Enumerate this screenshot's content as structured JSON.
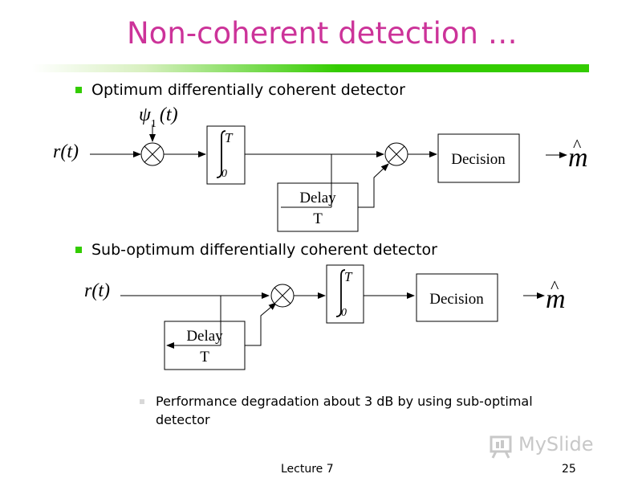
{
  "slide": {
    "title": "Non-coherent detection …",
    "bullet1": "Optimum differentially coherent detector",
    "bullet2": "Sub-optimum differentially coherent detector",
    "note": "Performance degradation about 3 dB by using sub-optimal detector"
  },
  "diagram1": {
    "input_label": "r(t)",
    "basis_label": "ψ",
    "basis_subscript": "1",
    "basis_arg": "(t)",
    "integral_upper": "T",
    "integral_lower": "0",
    "delay_line1": "Delay",
    "delay_line2": "T",
    "decision_label": "Decision",
    "output_label": "m",
    "output_hat": "^"
  },
  "diagram2": {
    "input_label": "r(t)",
    "integral_upper": "T",
    "integral_lower": "0",
    "delay_line1": "Delay",
    "delay_line2": "T",
    "decision_label": "Decision",
    "output_label": "m",
    "output_hat": "^"
  },
  "footer": {
    "lecture": "Lecture 7",
    "page": "25",
    "logo_text": "MySlide"
  },
  "colors": {
    "title": "#cc3399",
    "accent_green": "#33cc00"
  }
}
